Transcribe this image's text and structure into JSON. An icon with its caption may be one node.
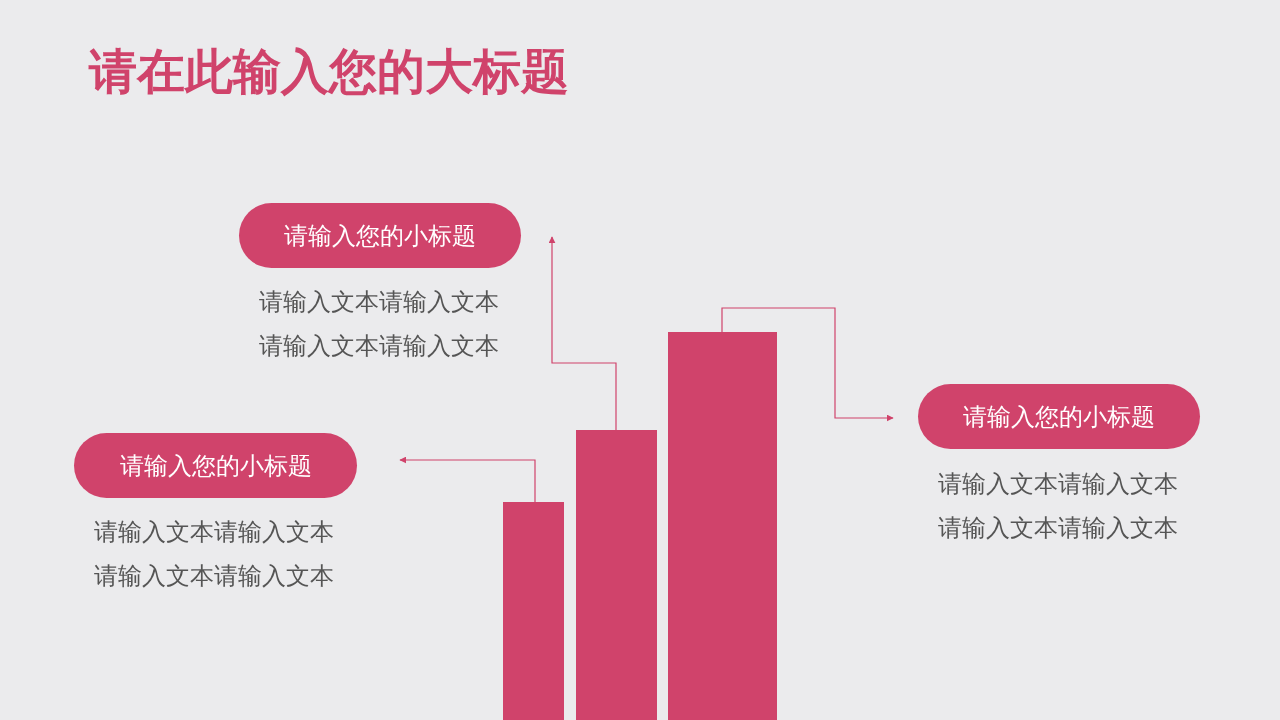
{
  "diagram": {
    "title": "请在此输入您的大标题",
    "nodes": [
      {
        "text": [
          "请输入您的小标题"
        ],
        "beside": [
          "请输入文本请输入文本请输入文本请输入文本"
        ]
      },
      {
        "text": [
          "请输入您的小标题"
        ],
        "beside": [
          "请输入文本请输入文本请输入文本请输入文本"
        ]
      },
      {
        "text": [
          "请输入您的小标题"
        ],
        "beside": [
          "请输入文本请输入文本请输入文本请输入文本"
        ]
      },
      {
        "text": [],
        "shape": "bar"
      },
      {
        "text": [],
        "shape": "bar"
      },
      {
        "text": [],
        "shape": "bar"
      }
    ],
    "edges": [
      {
        "from": 3,
        "to": 2,
        "arrow": "to"
      },
      {
        "from": 4,
        "to": 0,
        "arrow": "to"
      },
      {
        "from": 5,
        "to": 1,
        "arrow": "to"
      }
    ]
  }
}
